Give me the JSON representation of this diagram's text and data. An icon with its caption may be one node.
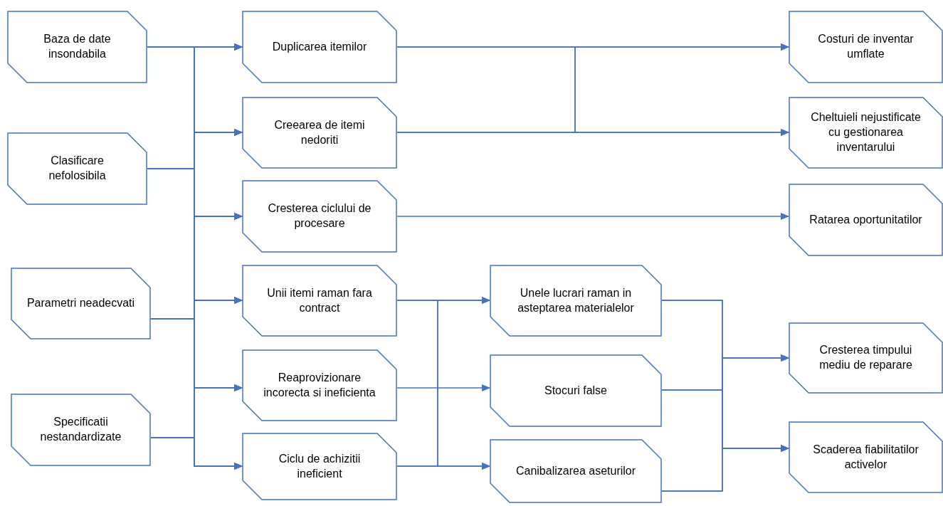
{
  "diagram": {
    "nodes": [
      {
        "text": [
          "Baza de date insondabila"
        ]
      },
      {
        "text": [
          "Clasificare nefolosibila"
        ]
      },
      {
        "text": [
          "Parametri neadecvati"
        ]
      },
      {
        "text": [
          "Specificatii nestandardizate"
        ]
      },
      {
        "text": [
          "Duplicarea itemilor"
        ]
      },
      {
        "text": [
          "Creearea de itemi nedoriti"
        ]
      },
      {
        "text": [
          "Cresterea ciclului de procesare"
        ]
      },
      {
        "text": [
          "Unii itemi raman fara contract"
        ]
      },
      {
        "text": [
          "Reaprovizionare incorecta si ineficienta"
        ]
      },
      {
        "text": [
          "Ciclu de achizitii ineficient"
        ]
      },
      {
        "text": [
          "Unele lucrari raman in asteptarea materialelor"
        ]
      },
      {
        "text": [
          "Stocuri false"
        ]
      },
      {
        "text": [
          "Canibalizarea aseturilor"
        ]
      },
      {
        "text": [
          "Costuri de inventar umflate"
        ]
      },
      {
        "text": [
          "Cheltuieli nejustificate cu gestionarea inventarului"
        ]
      },
      {
        "text": [
          "Ratarea oportunitatilor"
        ]
      },
      {
        "text": [
          "Cresterea timpului mediu de reparare"
        ]
      },
      {
        "text": [
          "Scaderea fiabilitatilor activelor"
        ]
      }
    ],
    "edges": [
      {
        "from": 0,
        "to": 4,
        "arrow": "to"
      },
      {
        "from": 0,
        "to": 5,
        "arrow": "to"
      },
      {
        "from": 0,
        "to": 6,
        "arrow": "to"
      },
      {
        "from": 0,
        "to": 7,
        "arrow": "to"
      },
      {
        "from": 0,
        "to": 8,
        "arrow": "to"
      },
      {
        "from": 0,
        "to": 9,
        "arrow": "to"
      },
      {
        "from": 1,
        "to": 4,
        "arrow": "to"
      },
      {
        "from": 1,
        "to": 5,
        "arrow": "to"
      },
      {
        "from": 1,
        "to": 6,
        "arrow": "to"
      },
      {
        "from": 1,
        "to": 7,
        "arrow": "to"
      },
      {
        "from": 1,
        "to": 8,
        "arrow": "to"
      },
      {
        "from": 1,
        "to": 9,
        "arrow": "to"
      },
      {
        "from": 2,
        "to": 4,
        "arrow": "to"
      },
      {
        "from": 2,
        "to": 5,
        "arrow": "to"
      },
      {
        "from": 2,
        "to": 6,
        "arrow": "to"
      },
      {
        "from": 2,
        "to": 7,
        "arrow": "to"
      },
      {
        "from": 2,
        "to": 8,
        "arrow": "to"
      },
      {
        "from": 2,
        "to": 9,
        "arrow": "to"
      },
      {
        "from": 3,
        "to": 4,
        "arrow": "to"
      },
      {
        "from": 3,
        "to": 5,
        "arrow": "to"
      },
      {
        "from": 3,
        "to": 6,
        "arrow": "to"
      },
      {
        "from": 3,
        "to": 7,
        "arrow": "to"
      },
      {
        "from": 3,
        "to": 8,
        "arrow": "to"
      },
      {
        "from": 3,
        "to": 9,
        "arrow": "to"
      },
      {
        "from": 4,
        "to": 13,
        "arrow": "to"
      },
      {
        "from": 4,
        "to": 14,
        "arrow": "to"
      },
      {
        "from": 5,
        "to": 13,
        "arrow": "to"
      },
      {
        "from": 5,
        "to": 14,
        "arrow": "to"
      },
      {
        "from": 6,
        "to": 15,
        "arrow": "to"
      },
      {
        "from": 7,
        "to": 10,
        "arrow": "to"
      },
      {
        "from": 7,
        "to": 12,
        "arrow": "to"
      },
      {
        "from": 8,
        "to": 11,
        "arrow": "to"
      },
      {
        "from": 9,
        "to": 10,
        "arrow": "to"
      },
      {
        "from": 9,
        "to": 12,
        "arrow": "to"
      },
      {
        "from": 10,
        "to": 16,
        "arrow": "to"
      },
      {
        "from": 10,
        "to": 17,
        "arrow": "to"
      },
      {
        "from": 11,
        "to": 16,
        "arrow": "to"
      },
      {
        "from": 11,
        "to": 17,
        "arrow": "to"
      },
      {
        "from": 12,
        "to": 16,
        "arrow": "to"
      },
      {
        "from": 12,
        "to": 17,
        "arrow": "to"
      }
    ]
  }
}
